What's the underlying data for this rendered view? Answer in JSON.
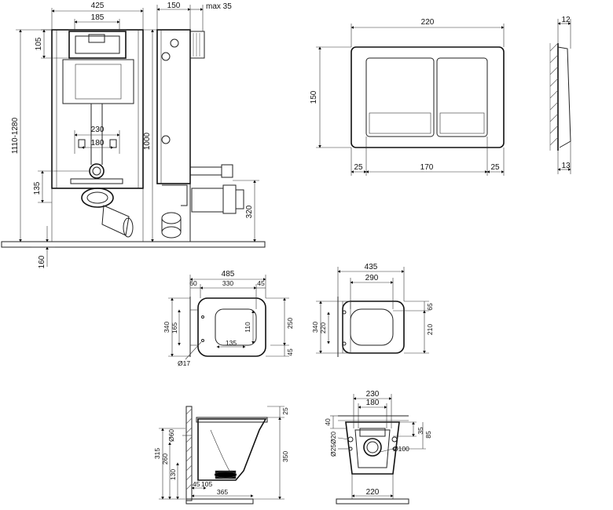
{
  "frame": {
    "width": "425",
    "inner": "185",
    "top": "105",
    "total": "1110-1280",
    "flush_spacing": "230",
    "bolt_spacing": "180",
    "outlet_height": "135",
    "height": "1000",
    "floor": "160"
  },
  "side": {
    "depth": "150",
    "max": "max 35",
    "pipe_height": "320"
  },
  "plate": {
    "width": "220",
    "height": "150",
    "left": "25",
    "middle": "170",
    "right": "25"
  },
  "plate_side": {
    "top": "12",
    "bottom": "13"
  },
  "bowl_top": {
    "length": "485",
    "a": "60",
    "b": "330",
    "c": "45",
    "width": "340",
    "w2": "165",
    "inner_w": "135",
    "inner_h": "110",
    "d1": "250",
    "d2": "45",
    "hole": "Ø17"
  },
  "seat_top": {
    "length": "435",
    "inner": "290",
    "width": "340",
    "w2": "220",
    "d1": "65",
    "d2": "210"
  },
  "bowl_side": {
    "h1": "315",
    "h2": "260",
    "h3": "130",
    "pipe": "Ø60",
    "top": "25",
    "height": "350",
    "a": "45",
    "b": "105",
    "length": "365"
  },
  "bowl_back": {
    "w1": "230",
    "w2": "180",
    "a": "40",
    "hole1": "Ø20",
    "hole2": "Ø25",
    "outlet": "Ø100",
    "d1": "35",
    "d2": "85",
    "width": "220"
  }
}
